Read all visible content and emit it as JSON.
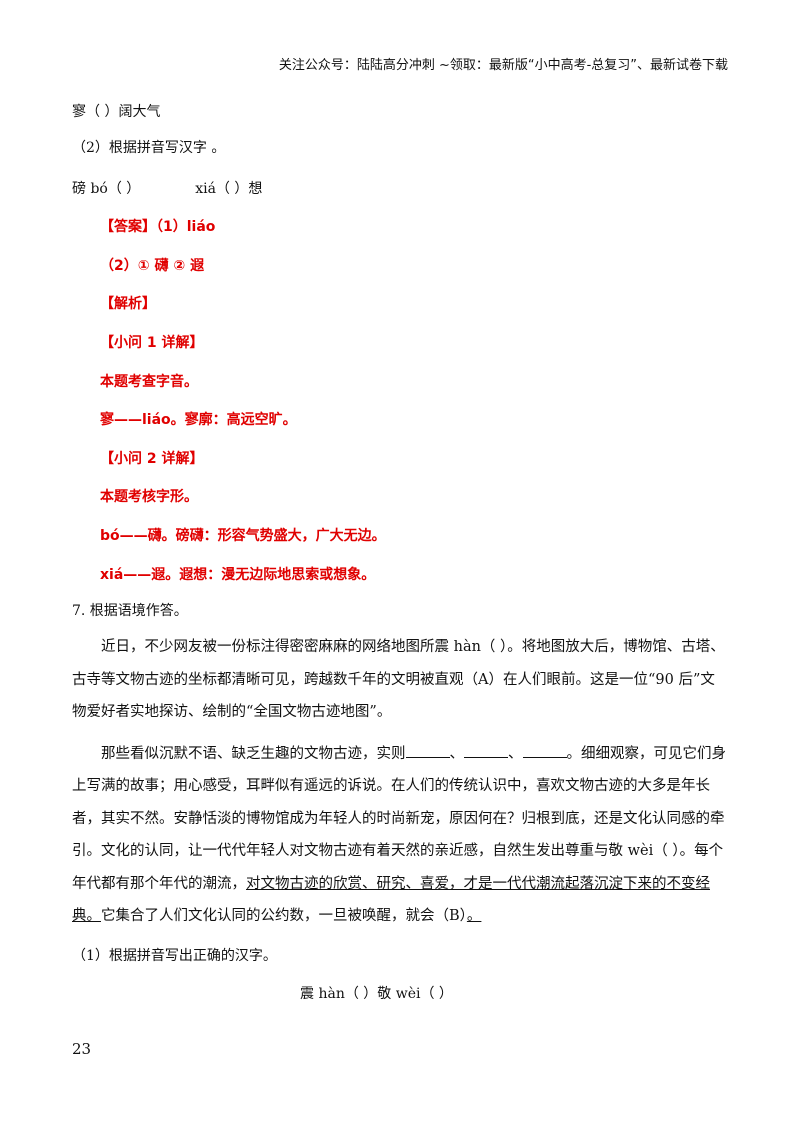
{
  "header": "关注公众号：陆陆高分冲刺 ~领取：最新版“小中高考-总复习”、最新试卷下载",
  "line_liao_word": "寥（          ）阔大气",
  "q2_prompt": "（2）根据拼音写汉字 。",
  "q2_pinyin_a": "磅 bó（                ）",
  "q2_pinyin_b": "xiá（              ）想",
  "answer": {
    "line1": "【答案】（1）liáo",
    "line2": "（2）①  礴      ②  遐",
    "analysis": "【解析】",
    "sub1_title": "【小问 1 详解】",
    "sub1_l1": "本题考查字音。",
    "sub1_l2": "寥——liáo。寥廓：高远空旷。",
    "sub2_title": "【小问 2 详解】",
    "sub2_l1": "本题考核字形。",
    "sub2_l2": "bó——礴。磅礴：形容气势盛大，广大无边。",
    "sub2_l3": "xiá——遐。遐想：漫无边际地思索或想象。"
  },
  "q7": {
    "title": "7. 根据语境作答。",
    "p1": "近日，不少网友被一份标注得密密麻麻的网络地图所震 hàn（    ）。将地图放大后，博物馆、古塔、古寺等文物古迹的坐标都清晰可见，跨越数千年的文明被直观（A）在人们眼前。这是一位“90 后”文物爱好者实地探访、绘制的“全国文物古迹地图”。",
    "p2_a": "那些看似沉默不语、缺乏生趣的文物古迹，实则",
    "p2_sep": "、",
    "p2_b": "。细细观察，可见它们身上写满的故事；用心感受，耳畔似有遥远的诉说。在人们的传统认识中，喜欢文物古迹的大多是年长者，其实不然。安静恬淡的博物馆成为年轻人的时尚新宠，原因何在？归根到底，还是文化认同感的牵引。文化的认同，让一代代年轻人对文物古迹有着天然的亲近感，自然生发出尊重与敬 wèi（    ）。每个年代都有那个年代的潮流，",
    "p2_underlined": "对文物古迹的欣赏、研究、喜爱，才是一代代潮流起落沉淀下来的不变经典。",
    "p2_c": "它集合了人们文化认同的公约数，一旦被唤醒，就会（B）",
    "p2_d": "。",
    "sub1": "（1）根据拼音写出正确的汉字。",
    "sub1_pinyin": "震 hàn（        ）敬 wèi（        ）"
  },
  "page_number": "23"
}
